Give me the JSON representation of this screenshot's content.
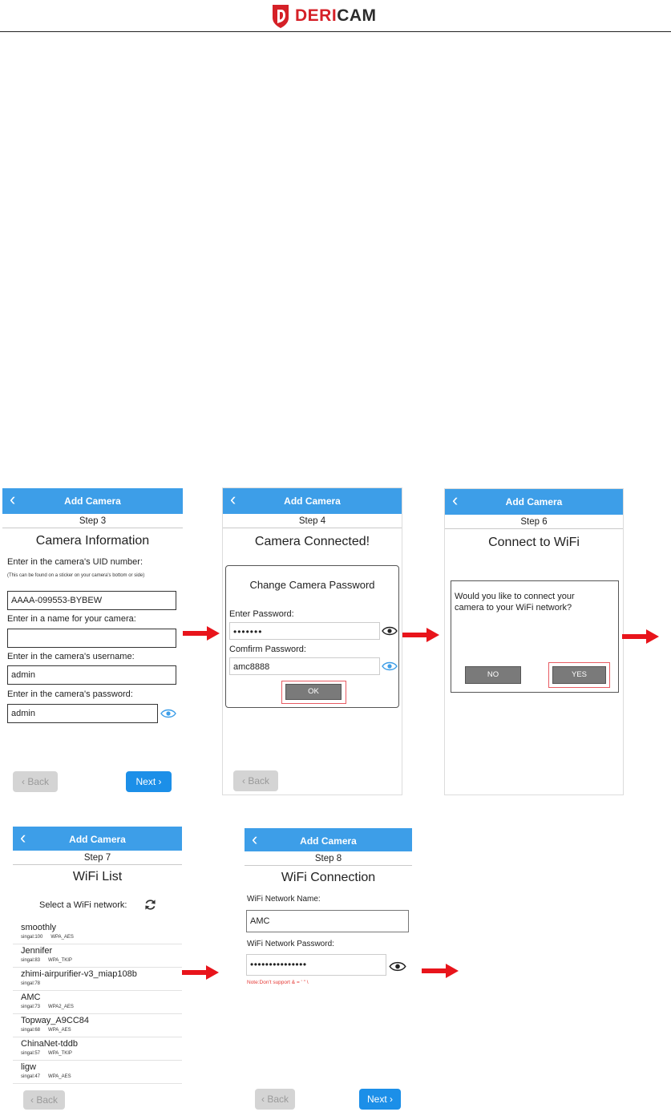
{
  "brand": {
    "logo_text_red": "DERI",
    "logo_text_dark": "CAM",
    "accent": "#d52027"
  },
  "nav_title": "Add Camera",
  "screens": {
    "step3": {
      "step": "Step 3",
      "title": "Camera Information",
      "uid_label": "Enter in the camera's UID number:",
      "uid_note": "(This can be found on a sticker on your camera's bottom or side)",
      "uid_value": "AAAA-099553-BYBEW",
      "name_label": "Enter in a name for your camera:",
      "name_value": "",
      "username_label": "Enter in the camera's username:",
      "username_value": "admin",
      "password_label": "Enter in the camera's password:",
      "password_value": "admin",
      "back_label": "Back",
      "next_label": "Next"
    },
    "step4": {
      "step": "Step 4",
      "title": "Camera Connected!",
      "dialog_title": "Change Camera Password",
      "enter_label": "Enter Password:",
      "enter_value": "•••••••",
      "confirm_label": "Comfirm Password:",
      "confirm_value": "amc8888",
      "ok_label": "OK",
      "back_label": "Back"
    },
    "step6": {
      "step": "Step 6",
      "title": "Connect to WiFi",
      "question": "Would you like to connect your camera to your WiFi network?",
      "no_label": "NO",
      "yes_label": "YES"
    },
    "step7": {
      "step": "Step 7",
      "title": "WiFi List",
      "select_label": "Select a WiFi network:",
      "networks": [
        {
          "name": "smoothly",
          "signal": "singal:100",
          "security": "WPA_AES"
        },
        {
          "name": "Jennifer",
          "signal": "singal:83",
          "security": "WPA_TKIP"
        },
        {
          "name": "zhimi-airpurifier-v3_miap108b",
          "signal": "singal:78",
          "security": ""
        },
        {
          "name": "AMC",
          "signal": "singal:73",
          "security": "WPA2_AES"
        },
        {
          "name": "Topway_A9CC84",
          "signal": "singal:68",
          "security": "WPA_AES"
        },
        {
          "name": "ChinaNet-tddb",
          "signal": "singal:57",
          "security": "WPA_TKIP"
        },
        {
          "name": "ligw",
          "signal": "singal:47",
          "security": "WPA_AES"
        }
      ],
      "back_label": "Back"
    },
    "step8": {
      "step": "Step 8",
      "title": "WiFi Connection",
      "ssid_label": "WiFi Network Name:",
      "ssid_value": "AMC",
      "pass_label": "WiFi Network Password:",
      "pass_value": "•••••••••••••••",
      "note": "Note:Don't support & = ' \" \\",
      "back_label": "Back",
      "next_label": "Next"
    }
  }
}
